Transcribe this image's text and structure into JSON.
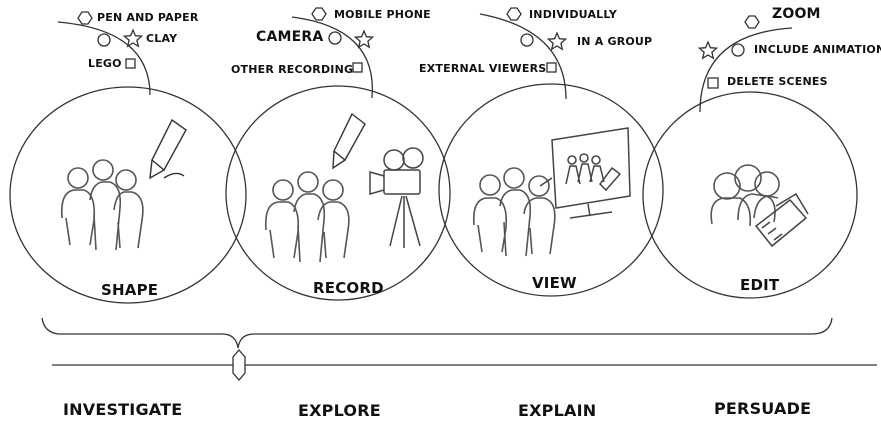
{
  "stages": [
    {
      "label": "SHAPE",
      "options": [
        "PEN AND PAPER",
        "CLAY",
        "LEGO"
      ]
    },
    {
      "label": "RECORD",
      "options": [
        "MOBILE PHONE",
        "CAMERA",
        "OTHER RECORDING"
      ]
    },
    {
      "label": "VIEW",
      "options": [
        "INDIVIDUALLY",
        "IN A GROUP",
        "EXTERNAL VIEWERS"
      ]
    },
    {
      "label": "EDIT",
      "options": [
        "ZOOM",
        "INCLUDE ANIMATION",
        "DELETE SCENES"
      ]
    }
  ],
  "phases": [
    "INVESTIGATE",
    "EXPLORE",
    "EXPLAIN",
    "PERSUADE"
  ],
  "colors": {
    "line": "#333333",
    "text": "#111111",
    "background": "#ffffff"
  }
}
